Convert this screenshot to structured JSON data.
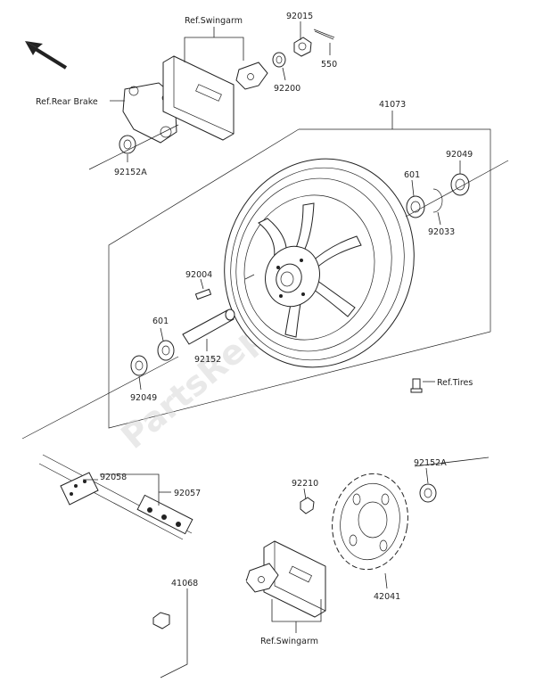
{
  "labels": {
    "ref_swingarm_top": "Ref.Swingarm",
    "p92015": "92015",
    "p550": "550",
    "p92200": "92200",
    "ref_rear_brake": "Ref.Rear Brake",
    "p92152A_top": "92152A",
    "p41073": "41073",
    "p92049_right": "92049",
    "p601_right": "601",
    "p92033": "92033",
    "p92004": "92004",
    "p601_left": "601",
    "p92152": "92152",
    "p92049_left": "92049",
    "ref_tires": "Ref.Tires",
    "p92058": "92058",
    "p92057": "92057",
    "p92152A_bottom": "92152A",
    "p92210": "92210",
    "p42041": "42041",
    "p41068": "41068",
    "ref_swingarm_bottom": "Ref.Swingarm"
  },
  "watermark": "PartsRepublik"
}
